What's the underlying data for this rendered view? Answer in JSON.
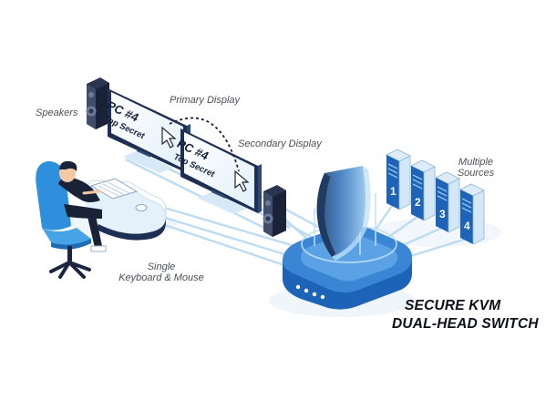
{
  "labels": {
    "speakers": "Speakers",
    "primary_display": "Primary Display",
    "secondary_display": "Secondary Display",
    "multiple_sources_line1": "Multiple",
    "multiple_sources_line2": "Sources",
    "single_line1": "Single",
    "single_line2": "Keyboard & Mouse"
  },
  "title": {
    "line1": "SECURE KVM",
    "line2": "DUAL-HEAD SWITCH"
  },
  "screens": {
    "primary": {
      "line1": "PC #4",
      "line2": "Top Secret"
    },
    "secondary": {
      "line1": "PC #4",
      "line2": "Top Secret"
    }
  },
  "servers": [
    "1",
    "2",
    "3",
    "4"
  ],
  "colors": {
    "primary_blue": "#1d63b8",
    "light_blue": "#8fc3ec",
    "pale_blue": "#dcecf8",
    "dark_navy": "#18233d",
    "cable_blue": "#bcdcf3"
  },
  "icons": [
    "speaker-icon",
    "display-icon",
    "cursor-icon",
    "server-icon",
    "shield-icon",
    "kvm-switch-icon",
    "office-chair-icon",
    "keyboard-icon",
    "mouse-icon",
    "desk-icon",
    "user-figure-icon"
  ]
}
